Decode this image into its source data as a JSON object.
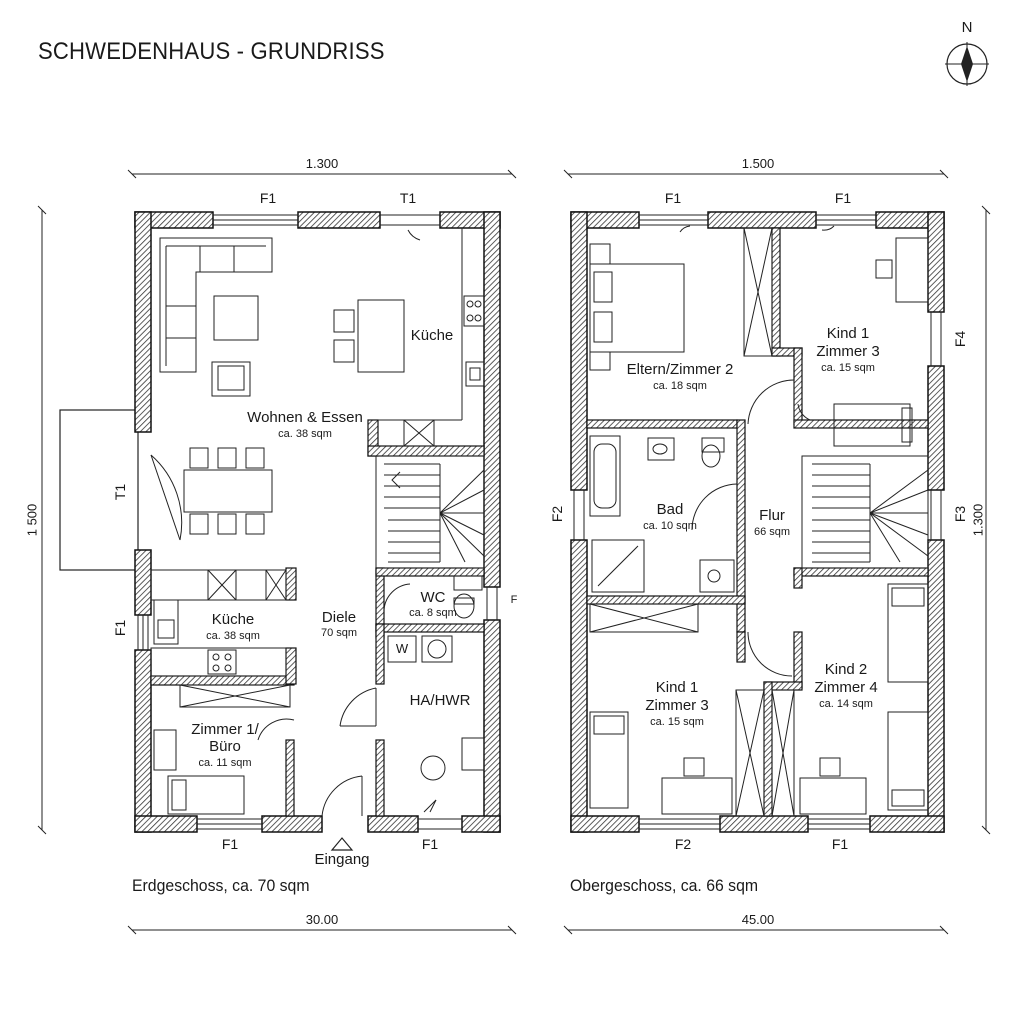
{
  "title": "SCHWEDENHAUS - GRUNDRISS",
  "compass": {
    "north": "N"
  },
  "ground_floor": {
    "caption": "Erdgeschoss, ca. 70 sqm",
    "dim_top": "1.300",
    "dim_bottom": "30.00",
    "dim_left": "1 500",
    "rooms": {
      "living": {
        "name": "Wohnen & Essen",
        "area": "ca. 38 sqm"
      },
      "kitchen_top": {
        "name": "Küche"
      },
      "kitchen": {
        "name": "Küche",
        "area": "ca. 38 sqm"
      },
      "hall": {
        "name": "Diele",
        "area": "70 sqm"
      },
      "wc": {
        "name": "WC",
        "area": "ca. 8 sqm"
      },
      "utility": {
        "name": "HA/HWR",
        "washer": "W"
      },
      "office": {
        "name": "Zimmer 1/",
        "name2": "Büro",
        "area": "ca. 11 sqm"
      }
    },
    "entrance": "Eingang",
    "windows": {
      "top1": "F1",
      "top2": "T1",
      "left1": "T1",
      "left2": "F1",
      "bottom1": "F1",
      "bottom2": "F1",
      "right_small": "F"
    }
  },
  "upper_floor": {
    "caption": "Obergeschoss, ca. 66 sqm",
    "dim_top": "1.500",
    "dim_bottom": "45.00",
    "dim_right": "1.300",
    "rooms": {
      "parents": {
        "name": "Eltern/Zimmer 2",
        "area": "ca. 18 sqm"
      },
      "kind1_top": {
        "name": "Kind 1",
        "name2": "Zimmer 3",
        "area": "ca. 15 sqm"
      },
      "bath": {
        "name": "Bad",
        "area": "ca. 10 sqm"
      },
      "hall": {
        "name": "Flur",
        "area": "66 sqm"
      },
      "kind1_bottom": {
        "name": "Kind 1",
        "name2": "Zimmer 3",
        "area": "ca. 15 sqm"
      },
      "kind2": {
        "name": "Kind 2",
        "name2": "Zimmer 4",
        "area": "ca. 14 sqm"
      }
    },
    "windows": {
      "top1": "F1",
      "top2": "F1",
      "left": "F2",
      "right1": "F4",
      "right2": "F3",
      "bottom1": "F2",
      "bottom2": "F1"
    }
  }
}
